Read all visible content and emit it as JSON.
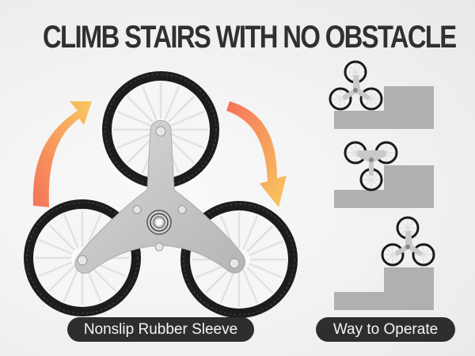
{
  "header": {
    "title": "CLIMB STAIRS WITH NO OBSTACLE"
  },
  "product": {
    "name": "tri-star stair climbing wheel assembly",
    "arrows": [
      "counter-clockwise-rotation-arrow",
      "clockwise-rotation-arrow"
    ],
    "arrow_gradient": [
      "#f5725a",
      "#f8c860"
    ],
    "caption": "Nonslip Rubber Sleeve"
  },
  "operation": {
    "caption": "Way to Operate",
    "steps": [
      {
        "step": 1,
        "description": "wheel at base of step"
      },
      {
        "step": 2,
        "description": "wheel rotating over step edge"
      },
      {
        "step": 3,
        "description": "wheel on top of step"
      }
    ],
    "stair_color": "#b0b0b0"
  },
  "colors": {
    "background": "#eeeeee",
    "title": "#303030",
    "pill_bg": "#2e2e2e",
    "pill_text": "#f5f5f5",
    "tire": "#1c1c1c",
    "rim": "#f6f6f6",
    "frame": "#c4c4c4"
  }
}
